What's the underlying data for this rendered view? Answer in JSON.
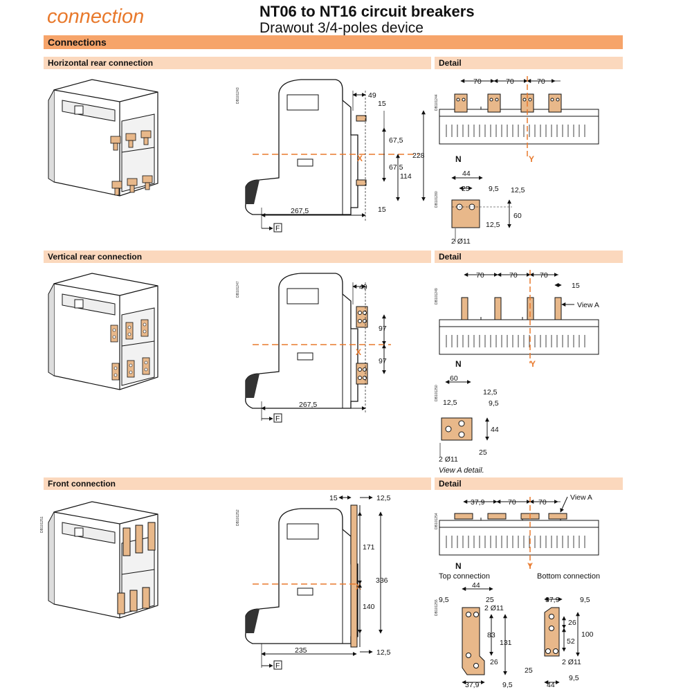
{
  "header": {
    "section": "connection",
    "title": "NT06 to NT16 circuit breakers",
    "subtitle": "Drawout 3/4-poles device"
  },
  "bars": {
    "connections": "Connections",
    "horizontal": "Horizontal rear connection",
    "vertical": "Vertical rear connection",
    "front": "Front connection",
    "detail": "Detail"
  },
  "refs": {
    "h_side": "DB101243",
    "h_top": "DB101244",
    "h_bar": "DB101280",
    "v_side": "DB101247",
    "v_top": "DB101249",
    "v_bar": "DB101250",
    "f_iso": "DB101251",
    "f_side": "DB101252",
    "f_top": "DB101254",
    "f_bar": "DB101255"
  },
  "labels": {
    "axis_x": "X",
    "axis_y": "Y",
    "neutral": "N",
    "front_mark": "F",
    "view_a": "View A",
    "view_a_detail": "View A detail.",
    "top_connection": "Top connection",
    "bottom_connection": "Bottom connection",
    "holes_2x11": "2 Ø11"
  },
  "dims": {
    "h": {
      "d49": "49",
      "d15a": "15",
      "d675a": "67,5",
      "d675b": "67,5",
      "d228": "228",
      "d114": "114",
      "d15b": "15",
      "d2675": "267,5",
      "p70a": "70",
      "p70b": "70",
      "p70c": "70",
      "d44": "44",
      "d25": "25",
      "d95": "9,5",
      "d125a": "12,5",
      "d60": "60",
      "d125b": "12,5"
    },
    "v": {
      "d49": "49",
      "d97a": "97",
      "d97b": "97",
      "d2675": "267,5",
      "p70a": "70",
      "p70b": "70",
      "p70c": "70",
      "d15": "15",
      "d60": "60",
      "d125a": "12,5",
      "d125b": "12,5",
      "d95": "9,5",
      "d44": "44",
      "d25": "25"
    },
    "f": {
      "d15": "15",
      "d125a": "12,5",
      "d171": "171",
      "d336": "336",
      "d140": "140",
      "d235": "235",
      "d125b": "12,5",
      "p79": "37,9",
      "p70a": "70",
      "p70b": "70",
      "t95": "9,5",
      "t44": "44",
      "t25": "25",
      "t83": "83",
      "t131": "131",
      "t26": "26",
      "t379": "37,9",
      "t95b": "9,5",
      "b379": "37,9",
      "b95": "9,5",
      "b26": "26",
      "b100": "100",
      "b52": "52",
      "b25": "25",
      "b44": "44",
      "b95b": "9,5"
    }
  }
}
